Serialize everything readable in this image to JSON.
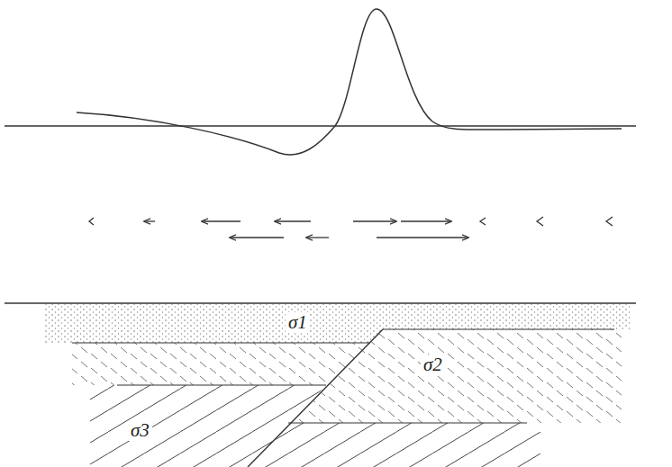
{
  "diagram": {
    "labels": [
      "σ1",
      "σ2",
      "σ3"
    ]
  }
}
